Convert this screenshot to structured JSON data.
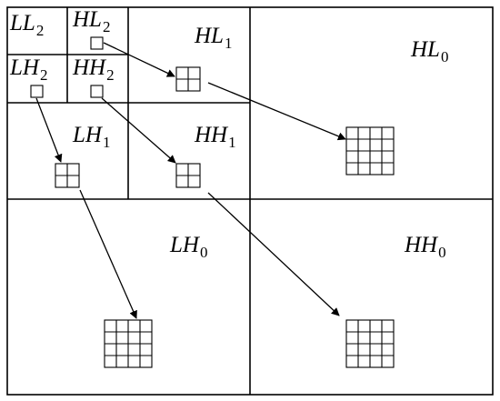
{
  "subbands": {
    "ll2": {
      "base": "LL",
      "level": "2"
    },
    "hl2": {
      "base": "HL",
      "level": "2"
    },
    "lh2": {
      "base": "LH",
      "level": "2"
    },
    "hh2": {
      "base": "HH",
      "level": "2"
    },
    "hl1": {
      "base": "HL",
      "level": "1"
    },
    "lh1": {
      "base": "LH",
      "level": "1"
    },
    "hh1": {
      "base": "HH",
      "level": "1"
    },
    "hl0": {
      "base": "HL",
      "level": "0"
    },
    "lh0": {
      "base": "LH",
      "level": "0"
    },
    "hh0": {
      "base": "HH",
      "level": "0"
    }
  },
  "coefficient_blocks": {
    "level2": {
      "rows": 1,
      "cols": 1
    },
    "level1": {
      "rows": 2,
      "cols": 2
    },
    "level0": {
      "rows": 4,
      "cols": 4
    }
  },
  "colors": {
    "line": "#000000",
    "background": "#ffffff"
  }
}
